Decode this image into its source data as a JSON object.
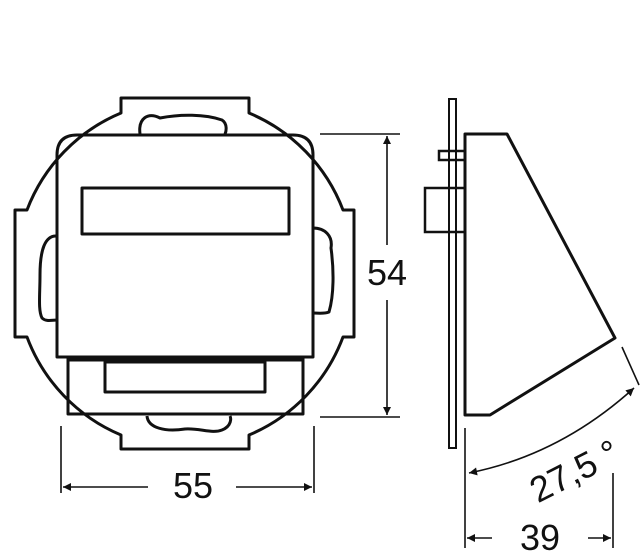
{
  "dimensions": {
    "width": "55",
    "height": "54",
    "depth": "39",
    "angle": "27,5 °"
  },
  "colors": {
    "line": "#111111",
    "background": "#ffffff"
  }
}
